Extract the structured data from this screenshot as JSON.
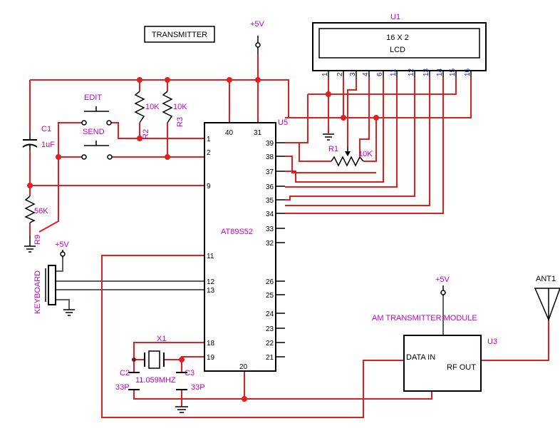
{
  "colors": {
    "wire": "#e02020",
    "component": "#000000",
    "label": "#c000c0",
    "junction": "#e02020"
  },
  "title": "TRANSMITTER",
  "power": {
    "vcc_top": "+5V",
    "vcc_keyboard": "+5V",
    "vcc_rf": "+5V"
  },
  "lcd": {
    "ref": "U1",
    "line1": "16 X 2",
    "line2": "LCD",
    "pins": [
      "1",
      "2",
      "3",
      "4",
      "6",
      "11",
      "12",
      "13",
      "14",
      "15",
      "16"
    ]
  },
  "mcu": {
    "ref": "U5",
    "name": "AT89S52",
    "pins_left": [
      "1",
      "2",
      "9",
      "11",
      "12",
      "13",
      "18",
      "19"
    ],
    "pins_top": [
      "40",
      "31"
    ],
    "pins_right": [
      "39",
      "38",
      "37",
      "36",
      "35",
      "34",
      "33",
      "32",
      "26",
      "25",
      "24",
      "23",
      "22",
      "21"
    ],
    "pin_bottom": "20"
  },
  "components": {
    "edit": "EDIT",
    "send": "SEND",
    "c1_ref": "C1",
    "c1_val": "1uF",
    "r2_ref": "R2",
    "r2_val": "10K",
    "r3_ref": "R3",
    "r3_val": "10K",
    "r9_ref": "R9",
    "r9_val": "56K",
    "r1_ref": "R1",
    "r1_val": "10K",
    "x1_ref": "X1",
    "x1_val": "11.059MHZ",
    "c2_ref": "C2",
    "c2_val": "33P",
    "c3_ref": "C3",
    "c3_val": "33P",
    "keyboard": "KEYBOARD"
  },
  "rf": {
    "title": "AM TRANSMITTER MODULE",
    "ref": "U3",
    "data_in": "DATA IN",
    "rf_out": "RF OUT"
  },
  "antenna": {
    "ref": "ANT1"
  }
}
